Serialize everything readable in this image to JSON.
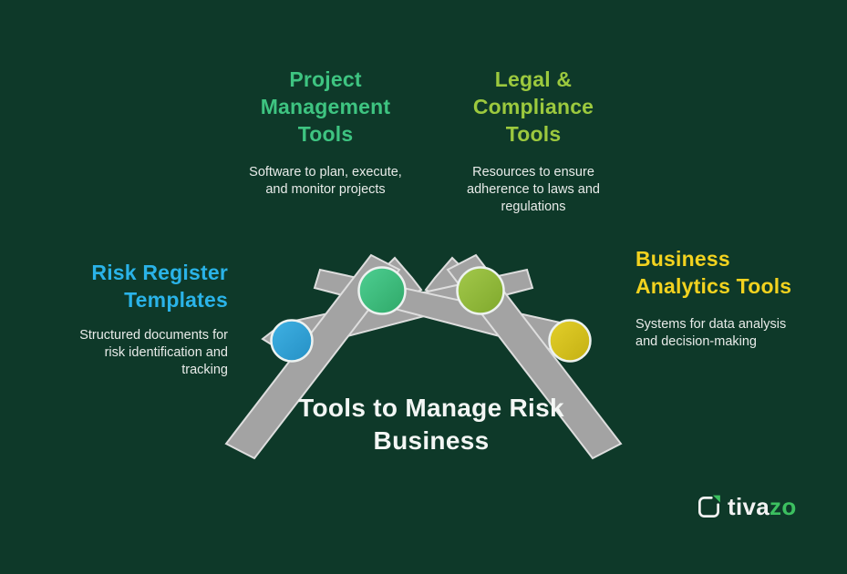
{
  "background": "#0e3929",
  "title": {
    "text": "Tools to Manage Risk Business",
    "color": "#f3f6f4"
  },
  "items": [
    {
      "id": "risk-register-templates",
      "title": "Risk Register Templates",
      "desc": "Structured documents for risk identification and tracking",
      "title_color": "#2ab3e8",
      "node_color": "#2e9fd4"
    },
    {
      "id": "project-management-tools",
      "title": "Project Management Tools",
      "desc": "Software to plan, execute, and monitor projects",
      "title_color": "#3ec481",
      "node_color": "#41bd82"
    },
    {
      "id": "legal-compliance-tools",
      "title": "Legal & Compliance Tools",
      "desc": "Resources to ensure adherence to laws and regulations",
      "title_color": "#9cc93e",
      "node_color": "#8fb93a"
    },
    {
      "id": "business-analytics-tools",
      "title": "Business Analytics Tools",
      "desc": "Systems for data analysis and decision-making",
      "title_color": "#f2d21f",
      "node_color": "#d7c31e"
    }
  ],
  "shape": {
    "fill": "#a3a3a3",
    "edge": "#dedede"
  },
  "logo": {
    "prefix": "tiva",
    "suffix": "zo",
    "prefix_color": "#f2f2f2",
    "suffix_color": "#3cc060"
  }
}
